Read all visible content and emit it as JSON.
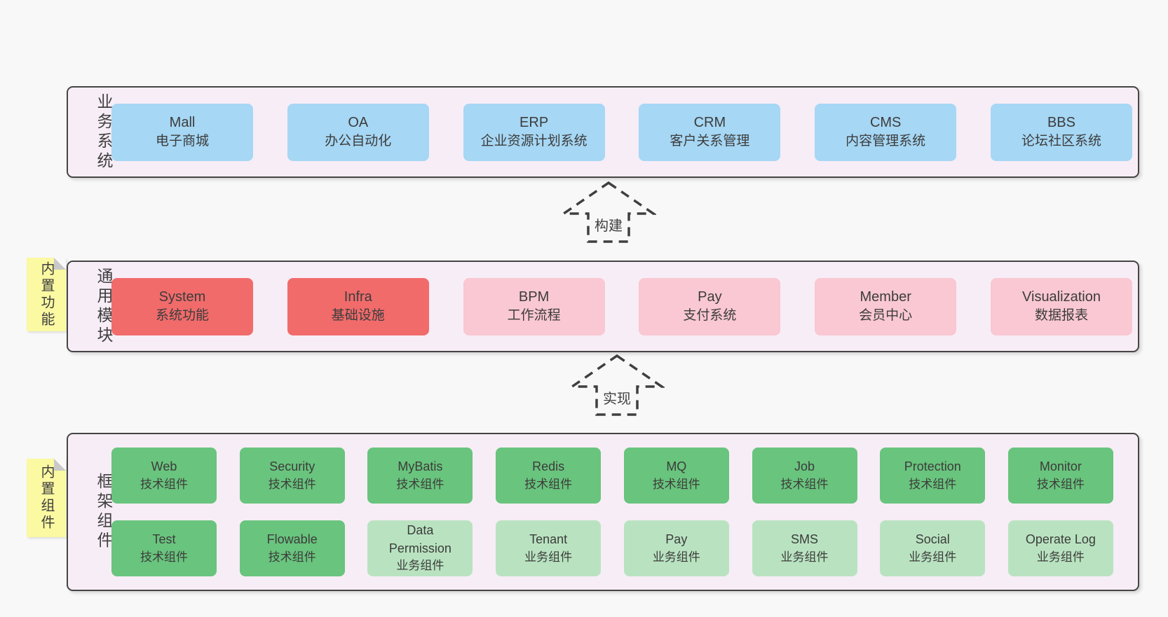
{
  "palette": {
    "page-bg": "#f8f8f8",
    "panel-bg": "#f7edf6",
    "panel-border": "#454545",
    "blue": "#a6d7f4",
    "red": "#f16b6b",
    "pink": "#f9c8d2",
    "green": "#69c47d",
    "green-light": "#b9e3c0",
    "sticky-yellow": "#fbf9a1",
    "sticky-fold": "#c9c9c9",
    "text": "#3c3c3c"
  },
  "arrows": [
    {
      "label": "构建"
    },
    {
      "label": "实现"
    }
  ],
  "stickies": [
    {
      "label": "内置功能"
    },
    {
      "label": "内置组件"
    }
  ],
  "layers": [
    {
      "label": "业务系统",
      "boxes": [
        {
          "name": "Mall",
          "desc": "电子商城",
          "variant": "blue"
        },
        {
          "name": "OA",
          "desc": "办公自动化",
          "variant": "blue"
        },
        {
          "name": "ERP",
          "desc": "企业资源计划系统",
          "variant": "blue"
        },
        {
          "name": "CRM",
          "desc": "客户关系管理",
          "variant": "blue"
        },
        {
          "name": "CMS",
          "desc": "内容管理系统",
          "variant": "blue"
        },
        {
          "name": "BBS",
          "desc": "论坛社区系统",
          "variant": "blue"
        }
      ]
    },
    {
      "label": "通用模块",
      "boxes": [
        {
          "name": "System",
          "desc": "系统功能",
          "variant": "red"
        },
        {
          "name": "Infra",
          "desc": "基础设施",
          "variant": "red"
        },
        {
          "name": "BPM",
          "desc": "工作流程",
          "variant": "pink"
        },
        {
          "name": "Pay",
          "desc": "支付系统",
          "variant": "pink"
        },
        {
          "name": "Member",
          "desc": "会员中心",
          "variant": "pink"
        },
        {
          "name": "Visualization",
          "desc": "数据报表",
          "variant": "pink"
        }
      ]
    },
    {
      "label": "框架组件",
      "rows": [
        [
          {
            "name": "Web",
            "desc": "技术组件",
            "variant": "green"
          },
          {
            "name": "Security",
            "desc": "技术组件",
            "variant": "green"
          },
          {
            "name": "MyBatis",
            "desc": "技术组件",
            "variant": "green"
          },
          {
            "name": "Redis",
            "desc": "技术组件",
            "variant": "green"
          },
          {
            "name": "MQ",
            "desc": "技术组件",
            "variant": "green"
          },
          {
            "name": "Job",
            "desc": "技术组件",
            "variant": "green"
          },
          {
            "name": "Protection",
            "desc": "技术组件",
            "variant": "green"
          },
          {
            "name": "Monitor",
            "desc": "技术组件",
            "variant": "green"
          }
        ],
        [
          {
            "name": "Test",
            "desc": "技术组件",
            "variant": "green"
          },
          {
            "name": "Flowable",
            "desc": "技术组件",
            "variant": "green"
          },
          {
            "name": "Data\nPermission",
            "desc": "业务组件",
            "variant": "green-light"
          },
          {
            "name": "Tenant",
            "desc": "业务组件",
            "variant": "green-light"
          },
          {
            "name": "Pay",
            "desc": "业务组件",
            "variant": "green-light"
          },
          {
            "name": "SMS",
            "desc": "业务组件",
            "variant": "green-light"
          },
          {
            "name": "Social",
            "desc": "业务组件",
            "variant": "green-light"
          },
          {
            "name": "Operate Log",
            "desc": "业务组件",
            "variant": "green-light"
          }
        ]
      ]
    }
  ]
}
